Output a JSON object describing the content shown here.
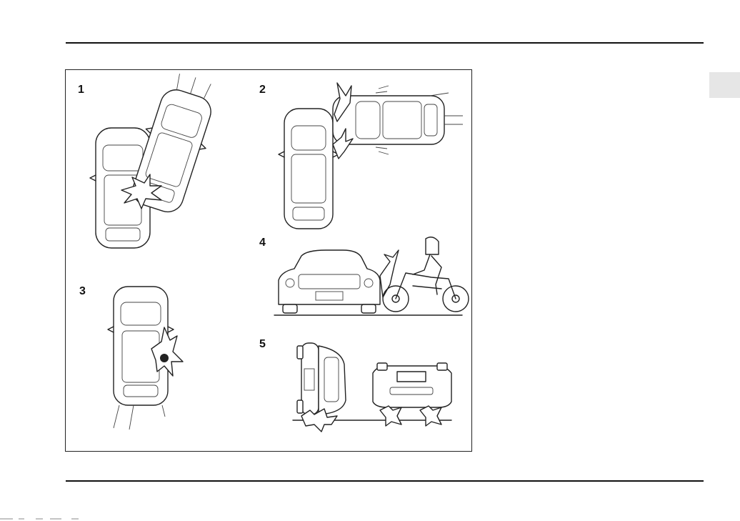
{
  "figure": {
    "labels": [
      "1",
      "2",
      "3",
      "4",
      "5"
    ]
  },
  "colors": {
    "ink": "#222222",
    "tab": "#e6e6e6",
    "rule": "#111111"
  },
  "icons": {
    "diagram1": "frontal-offset-collision-illustration",
    "diagram2": "side-t-bone-collision-illustration",
    "diagram3": "side-impact-illustration",
    "diagram4": "car-motorcycle-collision-illustration",
    "diagram5": "car-rollover-illustration"
  }
}
